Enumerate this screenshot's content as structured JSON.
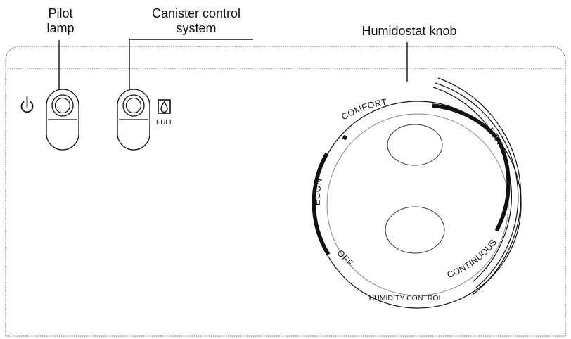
{
  "callouts": {
    "pilot_lamp_line1": "Pilot",
    "pilot_lamp_line2": "lamp",
    "canister_line1": "Canister control",
    "canister_line2": "system",
    "humidostat": "Humidostat knob"
  },
  "panel": {
    "full_label": "FULL",
    "dial": {
      "comfort": "COMFORT",
      "dry": "DRY",
      "econ": "ECON",
      "off": "OFF",
      "continuous": "CONTINUOUS",
      "humidity_control": "HUMIDITY CONTROL"
    }
  },
  "icons": [
    "power-icon",
    "water-drop-icon"
  ]
}
